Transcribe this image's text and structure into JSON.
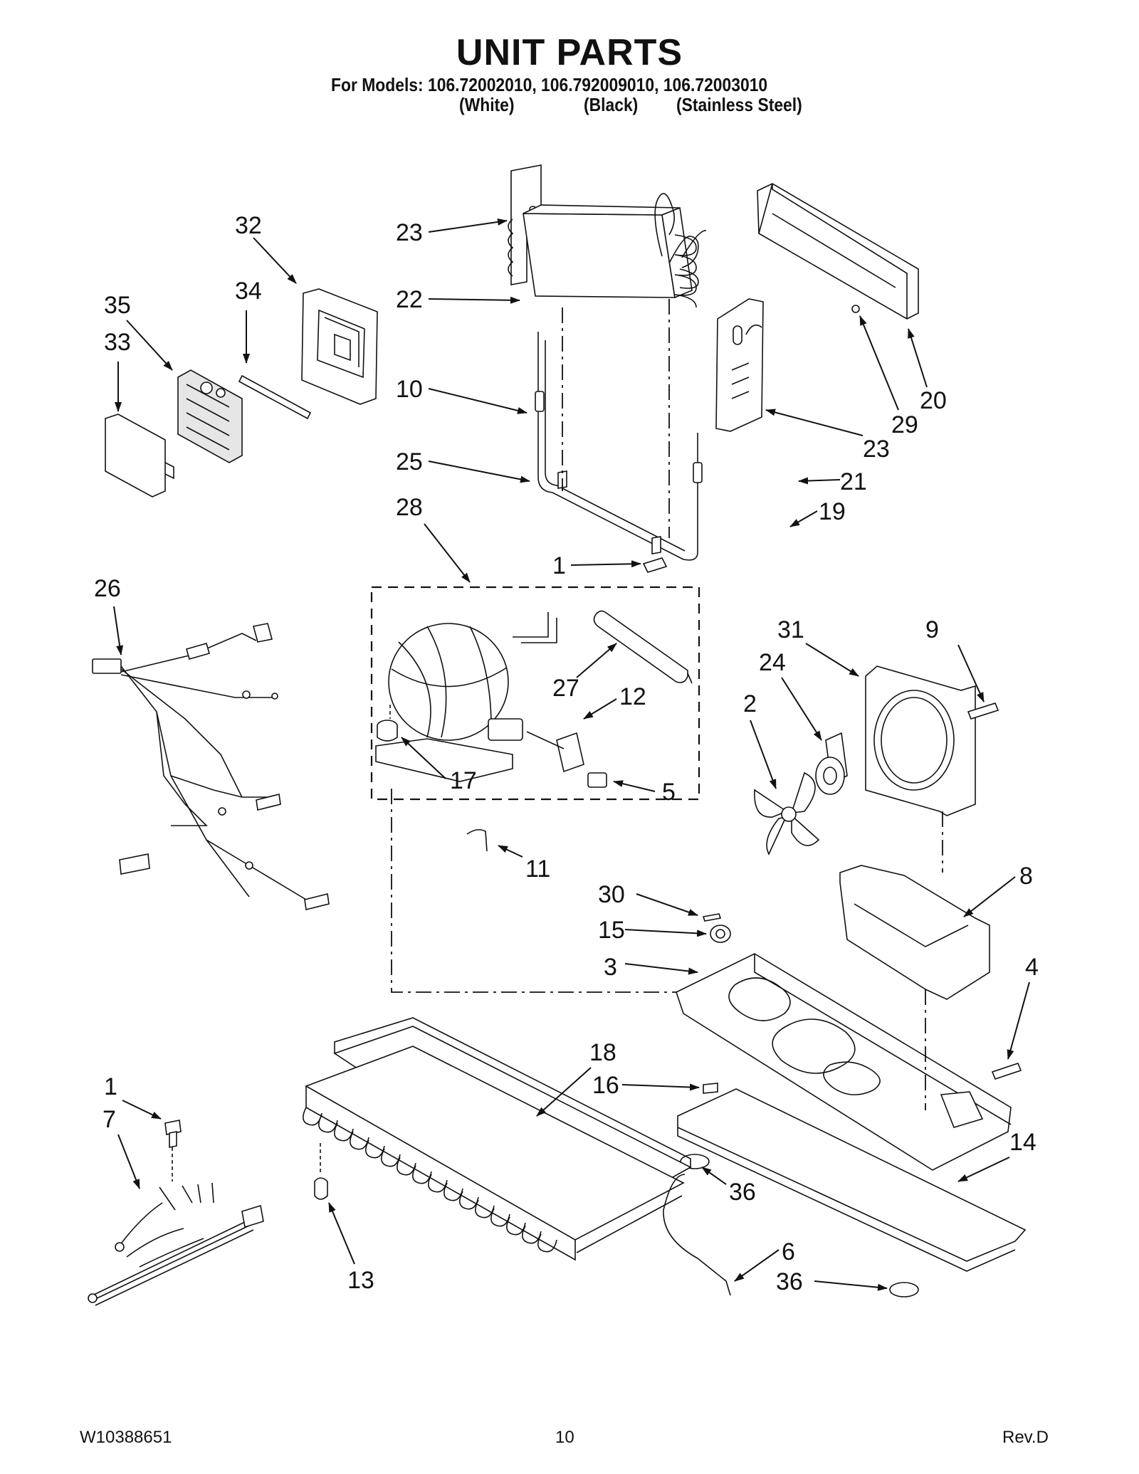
{
  "header": {
    "title": "UNIT PARTS",
    "models_line": "For Models: 106.72002010, 106.792009010, 106.72003010",
    "variants": [
      "(White)",
      "(Black)",
      "(Stainless Steel)"
    ]
  },
  "callouts": [
    "1",
    "1",
    "2",
    "3",
    "4",
    "5",
    "6",
    "7",
    "8",
    "9",
    "10",
    "11",
    "12",
    "13",
    "14",
    "15",
    "16",
    "17",
    "18",
    "19",
    "20",
    "21",
    "22",
    "23",
    "23",
    "24",
    "25",
    "26",
    "27",
    "28",
    "29",
    "30",
    "31",
    "32",
    "33",
    "34",
    "35",
    "36",
    "36"
  ],
  "footer": {
    "doc_number": "W10388651",
    "page": "10",
    "revision": "Rev.D"
  }
}
